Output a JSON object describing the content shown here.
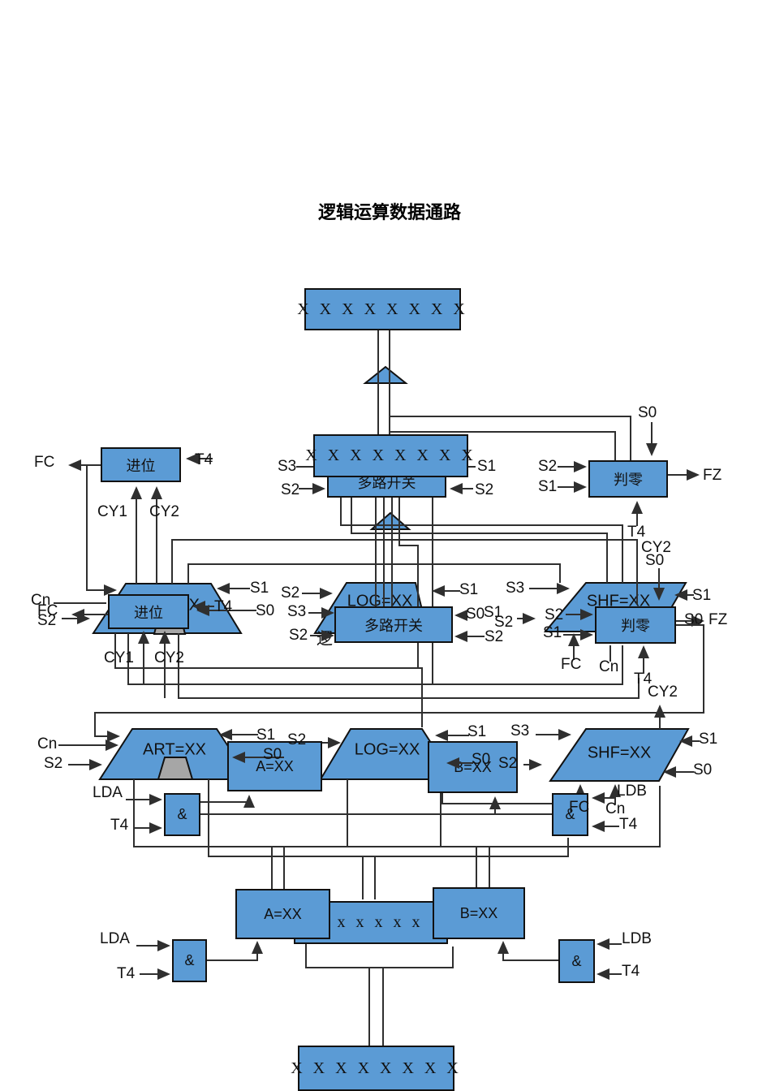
{
  "title": "逻辑运算数据通路",
  "colors": {
    "box_fill": "#5B9BD5",
    "gray_fill": "#A6A6A6",
    "wire": "#2F2F2F",
    "border": "#111111",
    "background": "#FFFFFF"
  },
  "boxes": {
    "reg_top": "X X X X X X X X",
    "mux_top": "多路开关",
    "reg_mid": "X X X X X X X X",
    "carry_top": "进位",
    "zero_top": "判零",
    "carry_mid": "进位",
    "mux_mid": "多路开关",
    "zero_mid": "判零",
    "a_mid": "A=XX",
    "b_mid": "B=XX",
    "and_mid_left": "&",
    "and_mid_right": "&",
    "a_bot": "A=XX",
    "reg_bot_center": "x x x x x x",
    "b_bot": "B=XX",
    "and_bot_left": "&",
    "and_bot_right": "&",
    "reg_bottom": "X X X X X X X X"
  },
  "units": {
    "art_mid": "ART=XX",
    "log_mid": "LOG=XX",
    "shf_mid": "SHF=XX",
    "art_low": "ART=XX",
    "log_low": "LOG=XX",
    "shf_low": "SHF=XX",
    "hidden_fragment": "逻"
  },
  "signals": {
    "top": [
      "FC",
      "T4",
      "CY1",
      "CY2",
      "S3",
      "S1",
      "S2",
      "S2",
      "S0",
      "S2",
      "S1",
      "FZ",
      "T4"
    ],
    "mid_right_top": [
      "CY2",
      "S0"
    ],
    "mid_left": [
      "Cn",
      "FC",
      "S2",
      "S1",
      "T4",
      "S0",
      "CY1",
      "CY2"
    ],
    "mid_center": [
      "S2",
      "S3",
      "S2",
      "S1",
      "S3",
      "S0",
      "S1",
      "S2",
      "S2"
    ],
    "mid_right": [
      "S1",
      "S2",
      "S1",
      "S0",
      "FZ",
      "FC",
      "Cn",
      "T4",
      "CY2"
    ],
    "low": [
      "Cn",
      "S2",
      "S1",
      "S2",
      "S0",
      "LDA",
      "T4",
      "S1",
      "S3",
      "S0",
      "S2",
      "S1",
      "S0",
      "LDB",
      "FC",
      "Cn",
      "T4"
    ],
    "bottom": [
      "LDA",
      "T4",
      "LDB",
      "T4"
    ]
  }
}
